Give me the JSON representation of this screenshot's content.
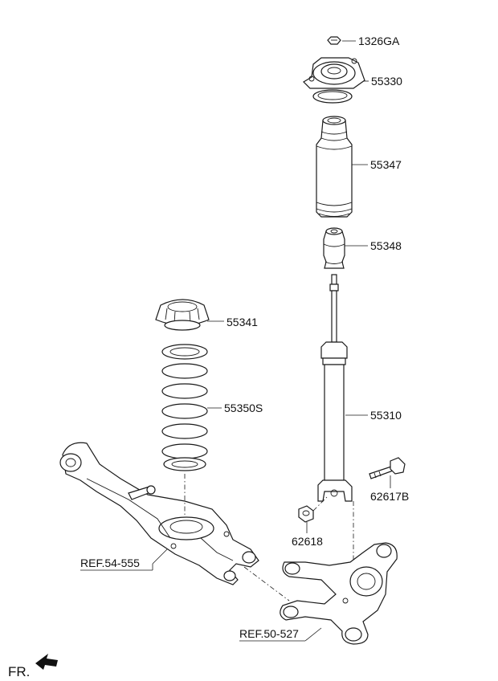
{
  "diagram": {
    "part_numbers": {
      "nut_top": "1326GA",
      "mount_insulator": "55330",
      "dust_cover": "55347",
      "bumper_stopper": "55348",
      "spring_pad": "55341",
      "coil_spring": "55350S",
      "shock_absorber": "55310",
      "bolt": "62617B",
      "nut_bottom": "62618"
    },
    "references": {
      "lower_arm": "REF.54-555",
      "knuckle": "REF.50-527"
    },
    "front_indicator": "FR."
  }
}
